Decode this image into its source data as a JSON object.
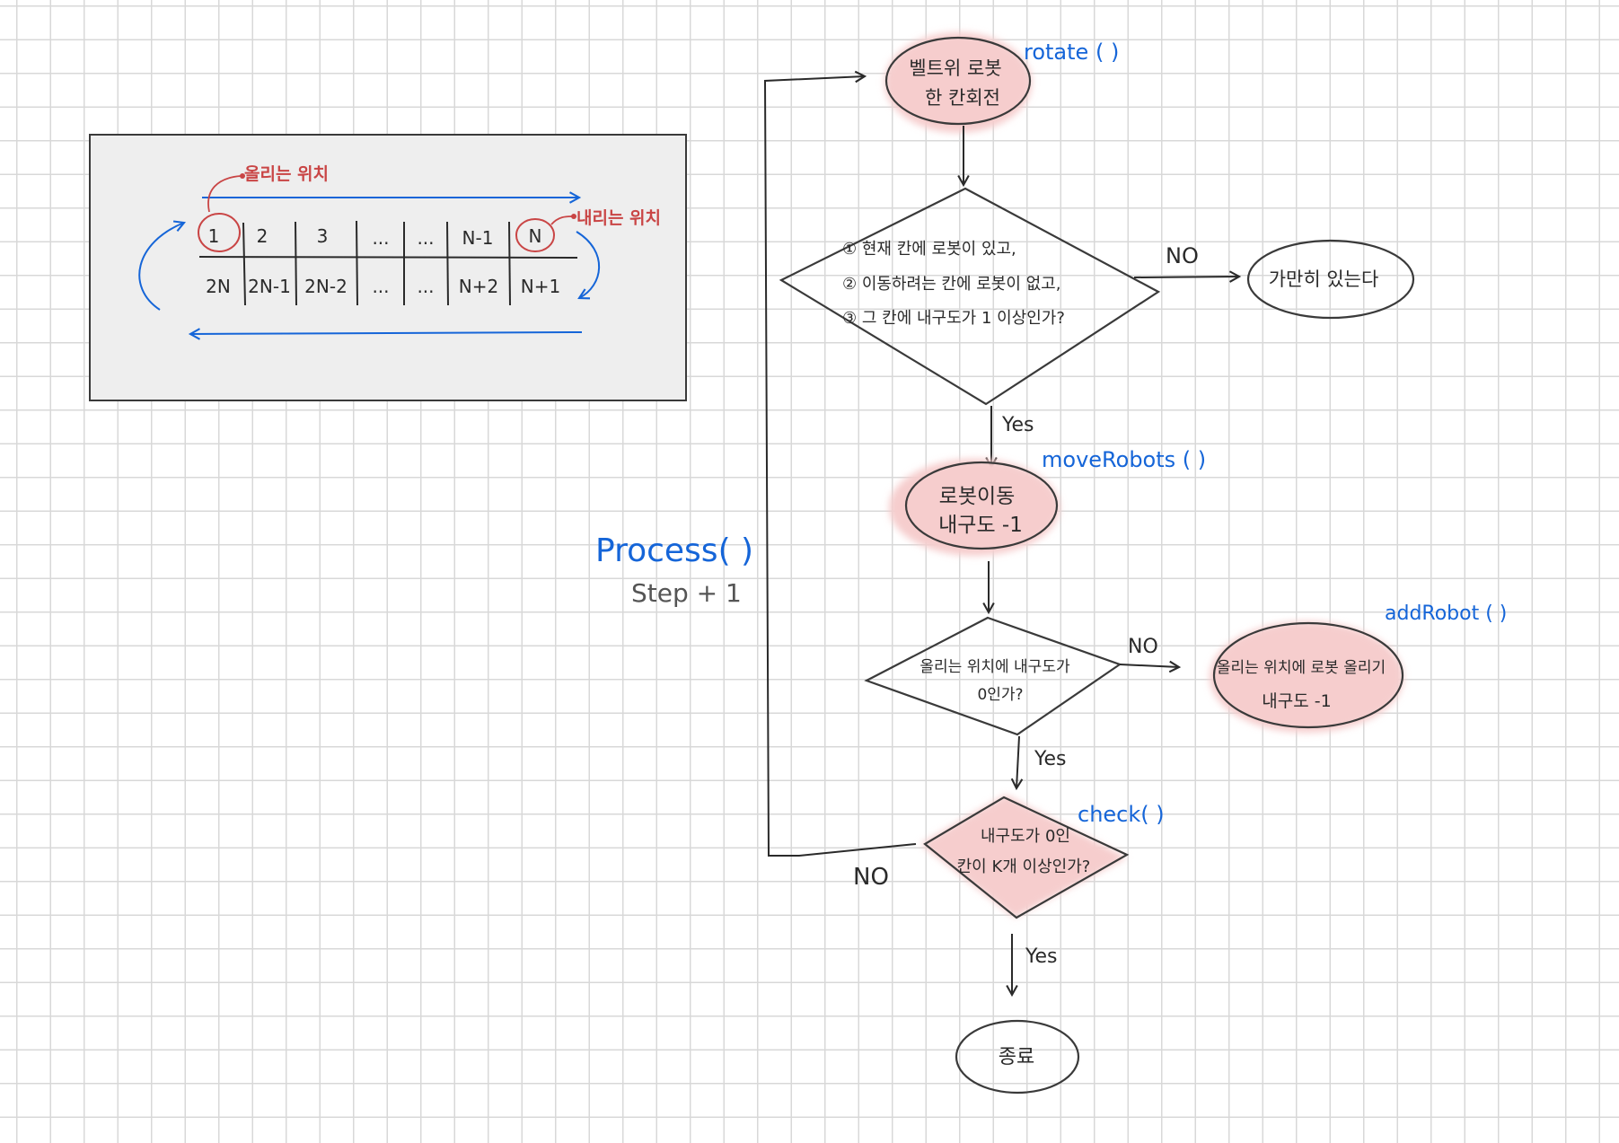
{
  "colors": {
    "ink": "#2a2a2a",
    "blue": "#1565d8",
    "red": "#c94545",
    "pink": "#f6cdcd",
    "panel": "#eeeeee"
  },
  "belt": {
    "up_label": "올리는 위치",
    "down_label": "내리는 위치",
    "top_cells": [
      "1",
      "2",
      "3",
      "...",
      "...",
      "N-1",
      "N"
    ],
    "bottom_cells": [
      "2N",
      "2N-1",
      "2N-2",
      "...",
      "...",
      "N+2",
      "N+1"
    ]
  },
  "nodes": {
    "rotate": {
      "lines": [
        "벨트위 로봇",
        "한 칸회전"
      ],
      "func": "rotate ( )"
    },
    "decision1": {
      "lines": [
        "① 현재 칸에 로봇이 있고,",
        "② 이동하려는 칸에 로봇이 없고,",
        "③ 그 칸에 내구도가 1 이상인가?"
      ]
    },
    "stay": {
      "text": "가만히 있는다"
    },
    "move": {
      "lines": [
        "로봇이동",
        "내구도 -1"
      ],
      "func": "moveRobots ( )"
    },
    "decision2": {
      "lines": [
        "올리는 위치에 내구도가",
        "0인가?"
      ]
    },
    "add": {
      "lines": [
        "올리는 위치에 로봇 올리기",
        "내구도 -1"
      ],
      "func": "addRobot ( )"
    },
    "check": {
      "lines": [
        "내구도가 0인",
        "칸이 K개 이상인가?"
      ],
      "func": "check( )"
    },
    "end": {
      "text": "종료"
    }
  },
  "edges": {
    "d1_no": "NO",
    "d1_yes": "Yes",
    "d2_no": "NO",
    "d2_yes": "Yes",
    "check_no": "NO",
    "check_yes": "Yes"
  },
  "process": {
    "label": "Process( )",
    "sub": "Step + 1"
  }
}
